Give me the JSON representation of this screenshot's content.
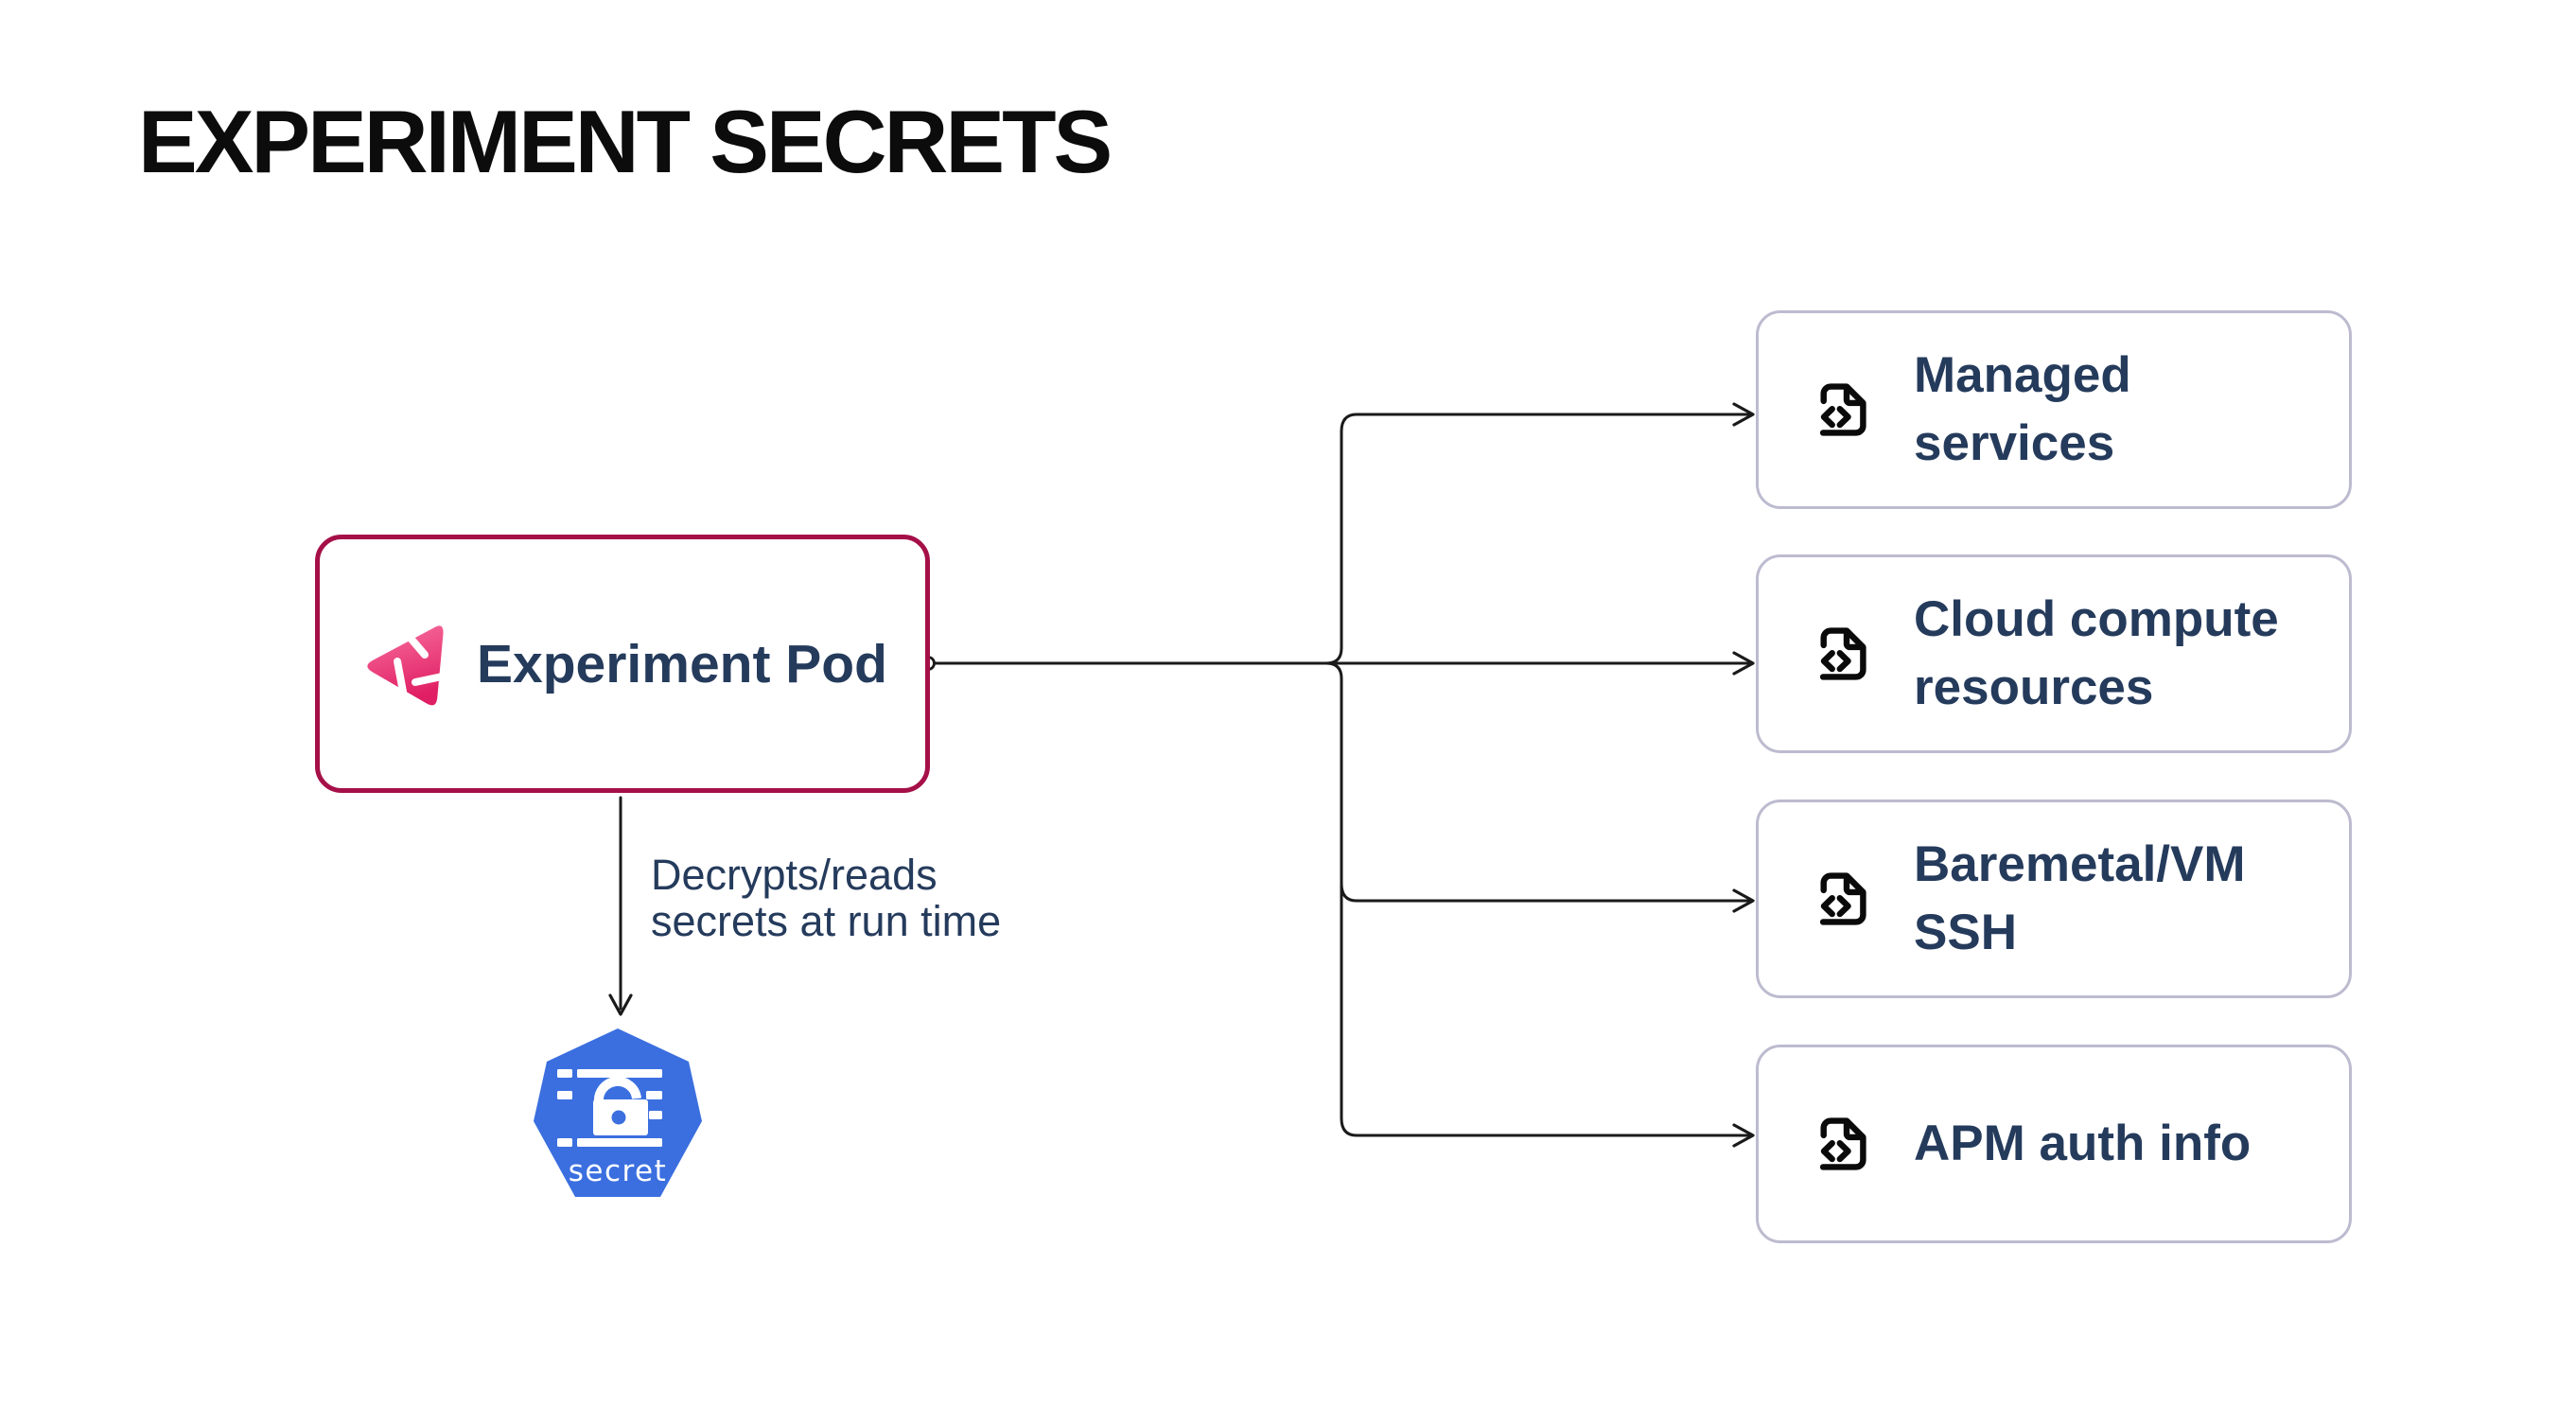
{
  "title": "EXPERIMENT SECRETS",
  "pod": {
    "label": "Experiment Pod"
  },
  "pod_annotation": "Decrypts/reads\nsecrets at run time",
  "secret_node": {
    "label": "secret"
  },
  "targets": [
    {
      "label": "Managed\nservices"
    },
    {
      "label": "Cloud compute\nresources"
    },
    {
      "label": "Baremetal/VM\nSSH"
    },
    {
      "label": "APM auth info"
    }
  ],
  "icons": {
    "pod_logo": "litmus-chaos-logo",
    "target_icon": "file-code-icon",
    "secret_icon": "kubernetes-secret-lock-icon"
  },
  "colors": {
    "pod_border": "#A51048",
    "target_border": "#BCBBCF",
    "text_navy": "#253B5C",
    "kubernetes_blue": "#3B6FE0",
    "litmus_pink_light": "#F8709F",
    "litmus_pink_dark": "#E01E63",
    "connector": "#1A1A1A",
    "title_color": "#0C0C0C"
  }
}
